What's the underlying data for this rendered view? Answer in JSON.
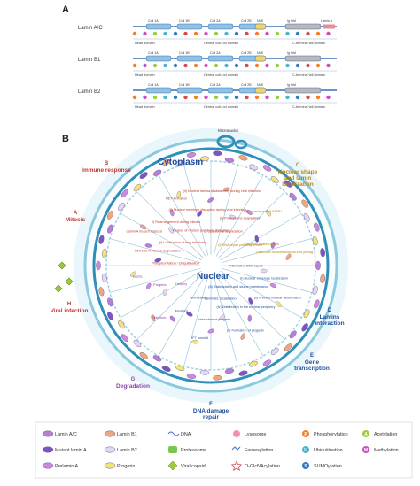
{
  "panel_a": {
    "label": "A",
    "rows": [
      {
        "name": "Lamin A/C",
        "segments": [
          "Coil 1A",
          "Coil 1B",
          "Coil 2A",
          "Coil 2B",
          "NLS",
          "Ig fold",
          "Lamin A"
        ],
        "domains": [
          "Head domain",
          "Central coil-rod domain",
          "C-terminal tail domain"
        ]
      },
      {
        "name": "Lamin B1",
        "segments": [
          "Coil 1A",
          "Coil 1B",
          "Coil 2A",
          "Coil 2B",
          "NLS",
          "Ig fold"
        ],
        "domains": [
          "Head domain",
          "Central coil-rod domain",
          "C-terminal tail domain"
        ]
      },
      {
        "name": "Lamin B2",
        "segments": [
          "Coil 1A",
          "Coil 1B",
          "Coil 2A",
          "Coil 2B",
          "NLS",
          "Ig fold"
        ],
        "domains": [
          "Head domain",
          "Central coil-rod domain",
          "C-terminal tail domain"
        ]
      }
    ]
  },
  "panel_b": {
    "label": "B",
    "outer_label": "Cytoplasm",
    "inner_label": "Nuclear",
    "top_note": "Micronuclei",
    "sections": [
      {
        "letter": "A",
        "title": "Mitosis",
        "color": "#c0392b"
      },
      {
        "letter": "B",
        "title": "Immune response",
        "color": "#c0392b"
      },
      {
        "letter": "C",
        "title": "Nuclear shape and lamin localization",
        "color": "#b8860b"
      },
      {
        "letter": "D",
        "title": "Lamins interaction",
        "color": "#1f4e9c"
      },
      {
        "letter": "E",
        "title": "Gene transcription",
        "color": "#1f4e9c"
      },
      {
        "letter": "F",
        "title": "DNA damage repair",
        "color": "#1f4e9c"
      },
      {
        "letter": "G",
        "title": "Degradation",
        "color": "#8e44ad"
      },
      {
        "letter": "H",
        "title": "Viral infection",
        "color": "#c0392b"
      }
    ],
    "spoke_labels": [
      "(i) Localization during telophase",
      "(i) Rearrangement during mitosis",
      "NET formation",
      "Region of nuclear periphery disruption",
      "(ii) Nuclear envelope disruption during viral infection",
      "(ii) Nuclear lamina disassembly during viral infection",
      "(i) Lysosomal degradation",
      "(ii) Proteasome degradation",
      "(iii) Recruitment of 53BP1",
      "(i) DNA repair pathway choice",
      "Progerin-related genes",
      "Canonical nonhomologous end joining",
      "Alternative DNA repair",
      "(i) Nuclear envelope localization",
      "(ii) Prevent nuclear deformation",
      "(iii) Stabilization and shape maintenance",
      "(iv) Distribution in the nuclear periphery",
      "(v) Formation of progerin",
      "Lamin B1 localization",
      "Interaction of progerin",
      "IFT lamin A",
      "Unmodified",
      "Modified",
      "Retention",
      "Healthy",
      "Progeria",
      "HGPS",
      "Phosphorylation / Ubiquitination",
      "RNF123 mediated degradation",
      "Lamin A mutant induced"
    ]
  },
  "legend": [
    {
      "label": "Lamin A/C",
      "color": "#b77fd6",
      "icon": "lamin-ac-icon"
    },
    {
      "label": "Lamin B1",
      "color": "#f0a77c",
      "icon": "lamin-b1-icon"
    },
    {
      "label": "DNA",
      "color": "#5b6ec7",
      "icon": "dna-icon"
    },
    {
      "label": "Lysosome",
      "color": "#f48fb1",
      "icon": "lysosome-icon"
    },
    {
      "label": "Phosphorylation",
      "color": "#f57f29",
      "icon": "phosphorylation-icon"
    },
    {
      "label": "Acetylation",
      "color": "#9ccc3c",
      "icon": "acetylation-icon"
    },
    {
      "label": "Mutant lamin A",
      "color": "#7a56c4",
      "icon": "mutant-lamin-a-icon"
    },
    {
      "label": "Lamin B2",
      "color": "#e4d8f0",
      "icon": "lamin-b2-icon"
    },
    {
      "label": "Proteasome",
      "color": "#7ac74f",
      "icon": "proteasome-icon"
    },
    {
      "label": "Farnesylation",
      "color": "#4a7fd0",
      "icon": "farnesylation-icon"
    },
    {
      "label": "Ubiquitination",
      "color": "#4fb3c8",
      "icon": "ubiquitination-icon"
    },
    {
      "label": "Methylation",
      "color": "#c94fc0",
      "icon": "methylation-icon"
    },
    {
      "label": "Prelamin A",
      "color": "#c98ae0",
      "icon": "prelamin-a-icon"
    },
    {
      "label": "Progerin",
      "color": "#f3e47a",
      "icon": "progerin-icon"
    },
    {
      "label": "Viral capsid",
      "color": "#9ccc3c",
      "icon": "viral-capsid-icon"
    },
    {
      "label": "O-GlcNAcylation",
      "color": "#d84a4a",
      "icon": "o-glcnacylation-icon"
    },
    {
      "label": "SUMOylation",
      "color": "#2e7bc4",
      "icon": "sumoylation-icon"
    }
  ]
}
